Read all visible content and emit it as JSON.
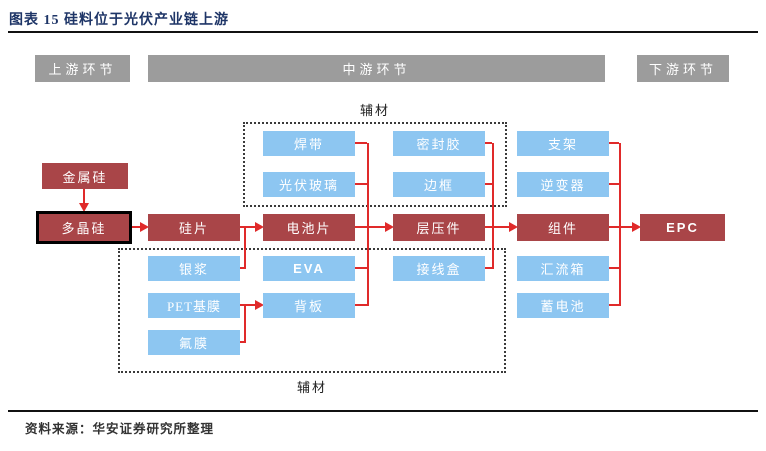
{
  "title": "图表 15 硅料位于光伏产业链上游",
  "headers": {
    "upstream": "上游环节",
    "midstream": "中游环节",
    "downstream": "下游环节"
  },
  "aux": {
    "top_label": "辅材",
    "bottom_label": "辅材"
  },
  "nodes": {
    "metal_silicon": "金属硅",
    "polysilicon": "多晶硅",
    "wafer": "硅片",
    "cell": "电池片",
    "laminate": "层压件",
    "module": "组件",
    "epc": "EPC",
    "ribbon": "焊带",
    "pv_glass": "光伏玻璃",
    "sealant": "密封胶",
    "frame": "边框",
    "bracket": "支架",
    "inverter": "逆变器",
    "silver_paste": "银浆",
    "eva": "EVA",
    "junction_box": "接线盒",
    "combiner_box": "汇流箱",
    "pet_base_film": "PET基膜",
    "backsheet": "背板",
    "battery": "蓄电池",
    "fluorine_film": "氟膜"
  },
  "source": "资料来源：华安证券研究所整理",
  "colors": {
    "box_red": "#A94548",
    "box_blue": "#8DC6F1",
    "header_gray": "#9C9C9C",
    "arrow_red": "#E02A2A",
    "title_navy": "#1E3567",
    "highlight_border": "#000000"
  }
}
